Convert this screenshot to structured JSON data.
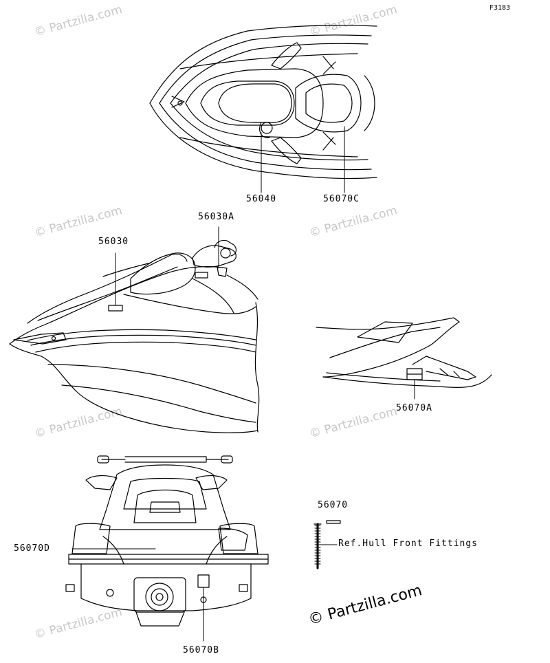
{
  "figure_id": "F3183",
  "watermark_text": "© Partzilla.com",
  "copyright_text": "© Partzilla.com",
  "callouts": {
    "p56040": "56040",
    "p56070C": "56070C",
    "p56030A": "56030A",
    "p56030": "56030",
    "p56070A": "56070A",
    "p56070": "56070",
    "ref_hull": "Ref.Hull Front Fittings",
    "p56070D": "56070D",
    "p56070B": "56070B"
  },
  "colors": {
    "line": "#000000",
    "watermark": "#c8c8c8",
    "background": "#ffffff"
  }
}
